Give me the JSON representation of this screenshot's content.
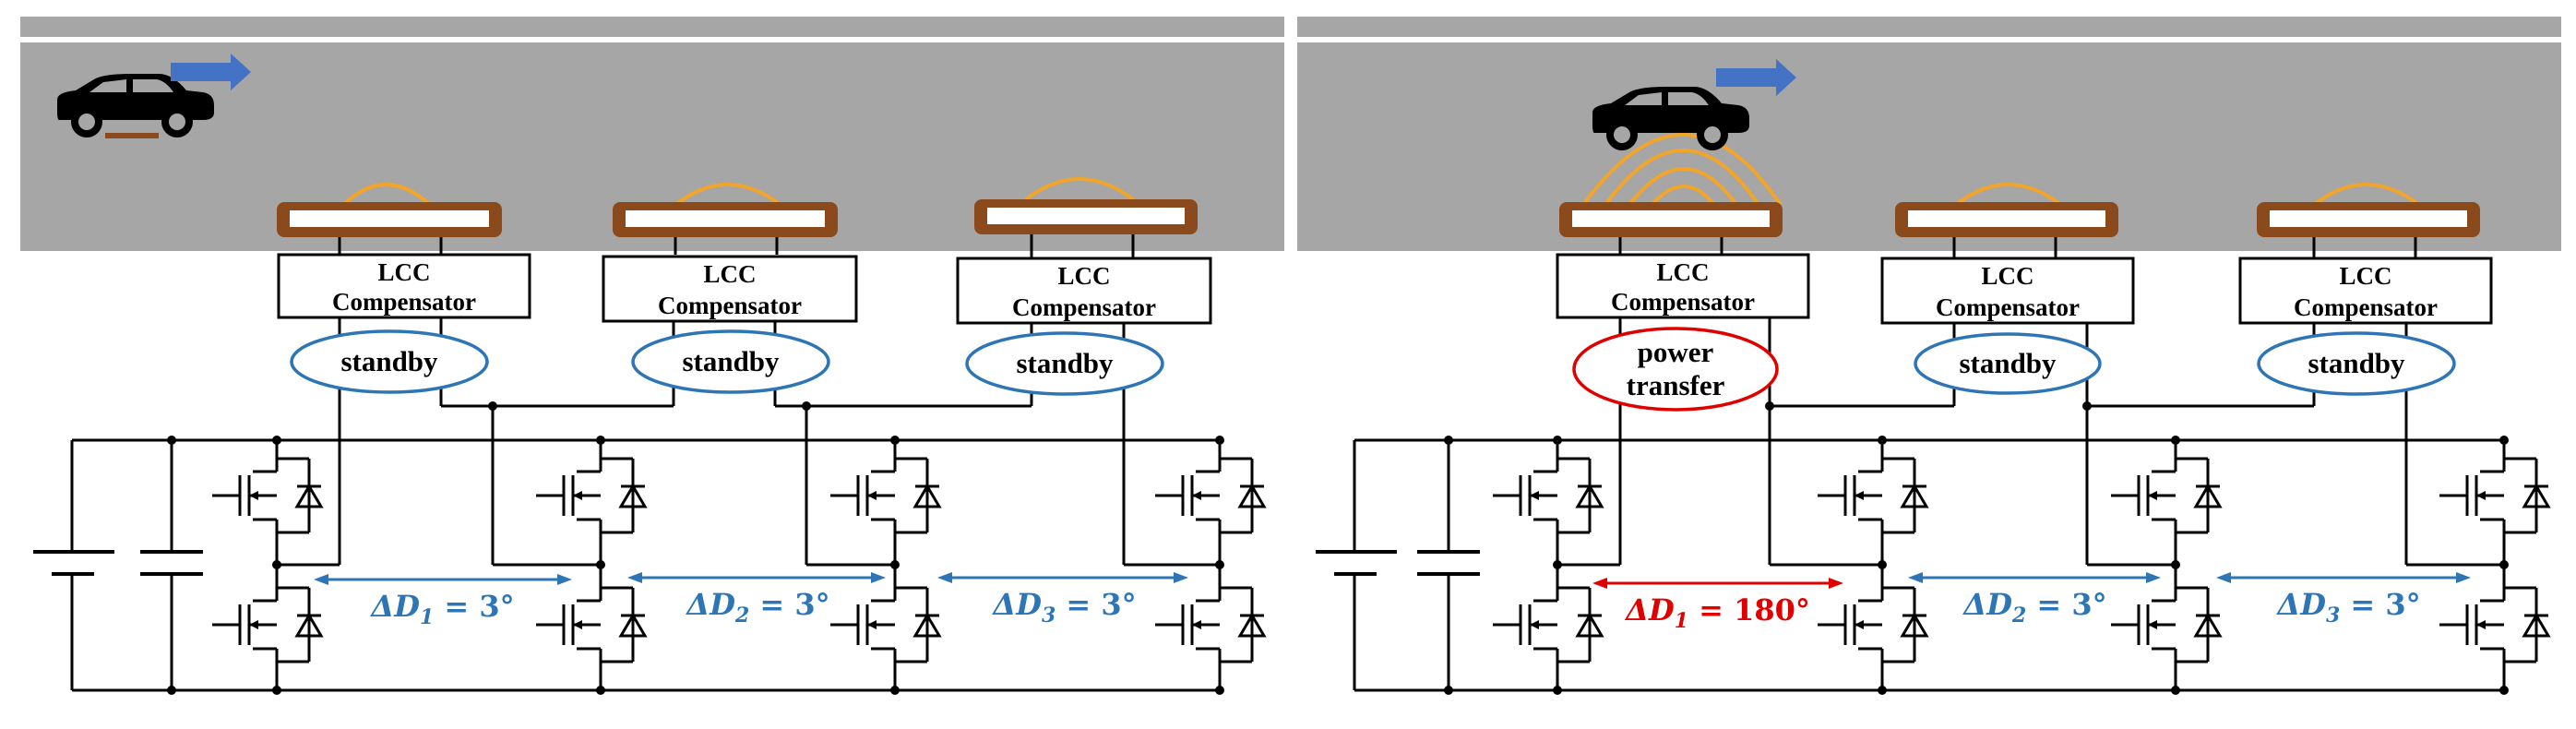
{
  "colors": {
    "road": "#a6a6a6",
    "coil": "#8b4a1b",
    "field_lines": "#f3a52a",
    "arrow": "#4472c4",
    "standby": "#2e75b6",
    "power_transfer": "#e00000"
  },
  "icons": {
    "vehicle": "car-icon",
    "direction": "right-arrow-icon"
  },
  "compensator_label": [
    "LCC",
    "Compensator"
  ],
  "panels": [
    {
      "states": [
        [
          "standby"
        ],
        [
          "standby"
        ],
        [
          "standby"
        ]
      ],
      "state_kinds": [
        "standby",
        "standby",
        "standby"
      ],
      "phase_shifts": [
        {
          "name": "ΔD",
          "sub": "1",
          "value": "= 3°",
          "kind": "standby"
        },
        {
          "name": "ΔD",
          "sub": "2",
          "value": "= 3°",
          "kind": "standby"
        },
        {
          "name": "ΔD",
          "sub": "3",
          "value": "= 3°",
          "kind": "standby"
        }
      ]
    },
    {
      "states": [
        [
          "power",
          "transfer"
        ],
        [
          "standby"
        ],
        [
          "standby"
        ]
      ],
      "state_kinds": [
        "power_transfer",
        "standby",
        "standby"
      ],
      "phase_shifts": [
        {
          "name": "ΔD",
          "sub": "1",
          "value": "= 180°",
          "kind": "power_transfer"
        },
        {
          "name": "ΔD",
          "sub": "2",
          "value": "= 3°",
          "kind": "standby"
        },
        {
          "name": "ΔD",
          "sub": "3",
          "value": "= 3°",
          "kind": "standby"
        }
      ]
    }
  ]
}
